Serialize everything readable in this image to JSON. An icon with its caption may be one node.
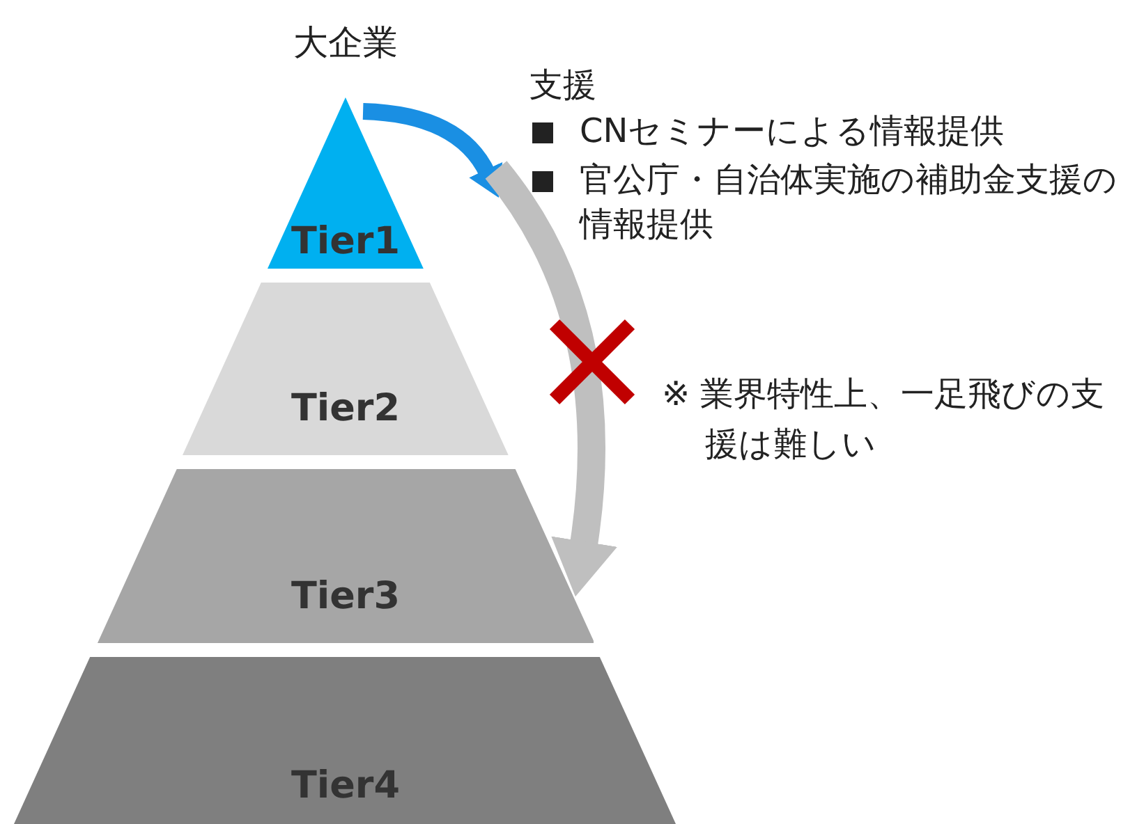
{
  "diagram": {
    "nodes": [
      {
        "text": [
          "Tier1"
        ],
        "beside": [
          "大企業"
        ]
      },
      {
        "text": [
          "Tier2"
        ]
      },
      {
        "text": [
          "Tier3"
        ]
      },
      {
        "text": [
          "Tier4"
        ]
      },
      {
        "text": [
          "支援",
          "CNセミナーによる情報提供",
          "官公庁・自治体実施の補助金支援の情報提供"
        ]
      }
    ],
    "edges": [
      {
        "from": 0,
        "to": 4,
        "arrow": "to",
        "color": "#1a8fe3"
      },
      {
        "from": 4,
        "to": 2,
        "arrow": "to",
        "color": "#bfbfbf"
      }
    ],
    "labels": [
      "※ 業界特性上、一足飛びの支援は難しい"
    ]
  }
}
